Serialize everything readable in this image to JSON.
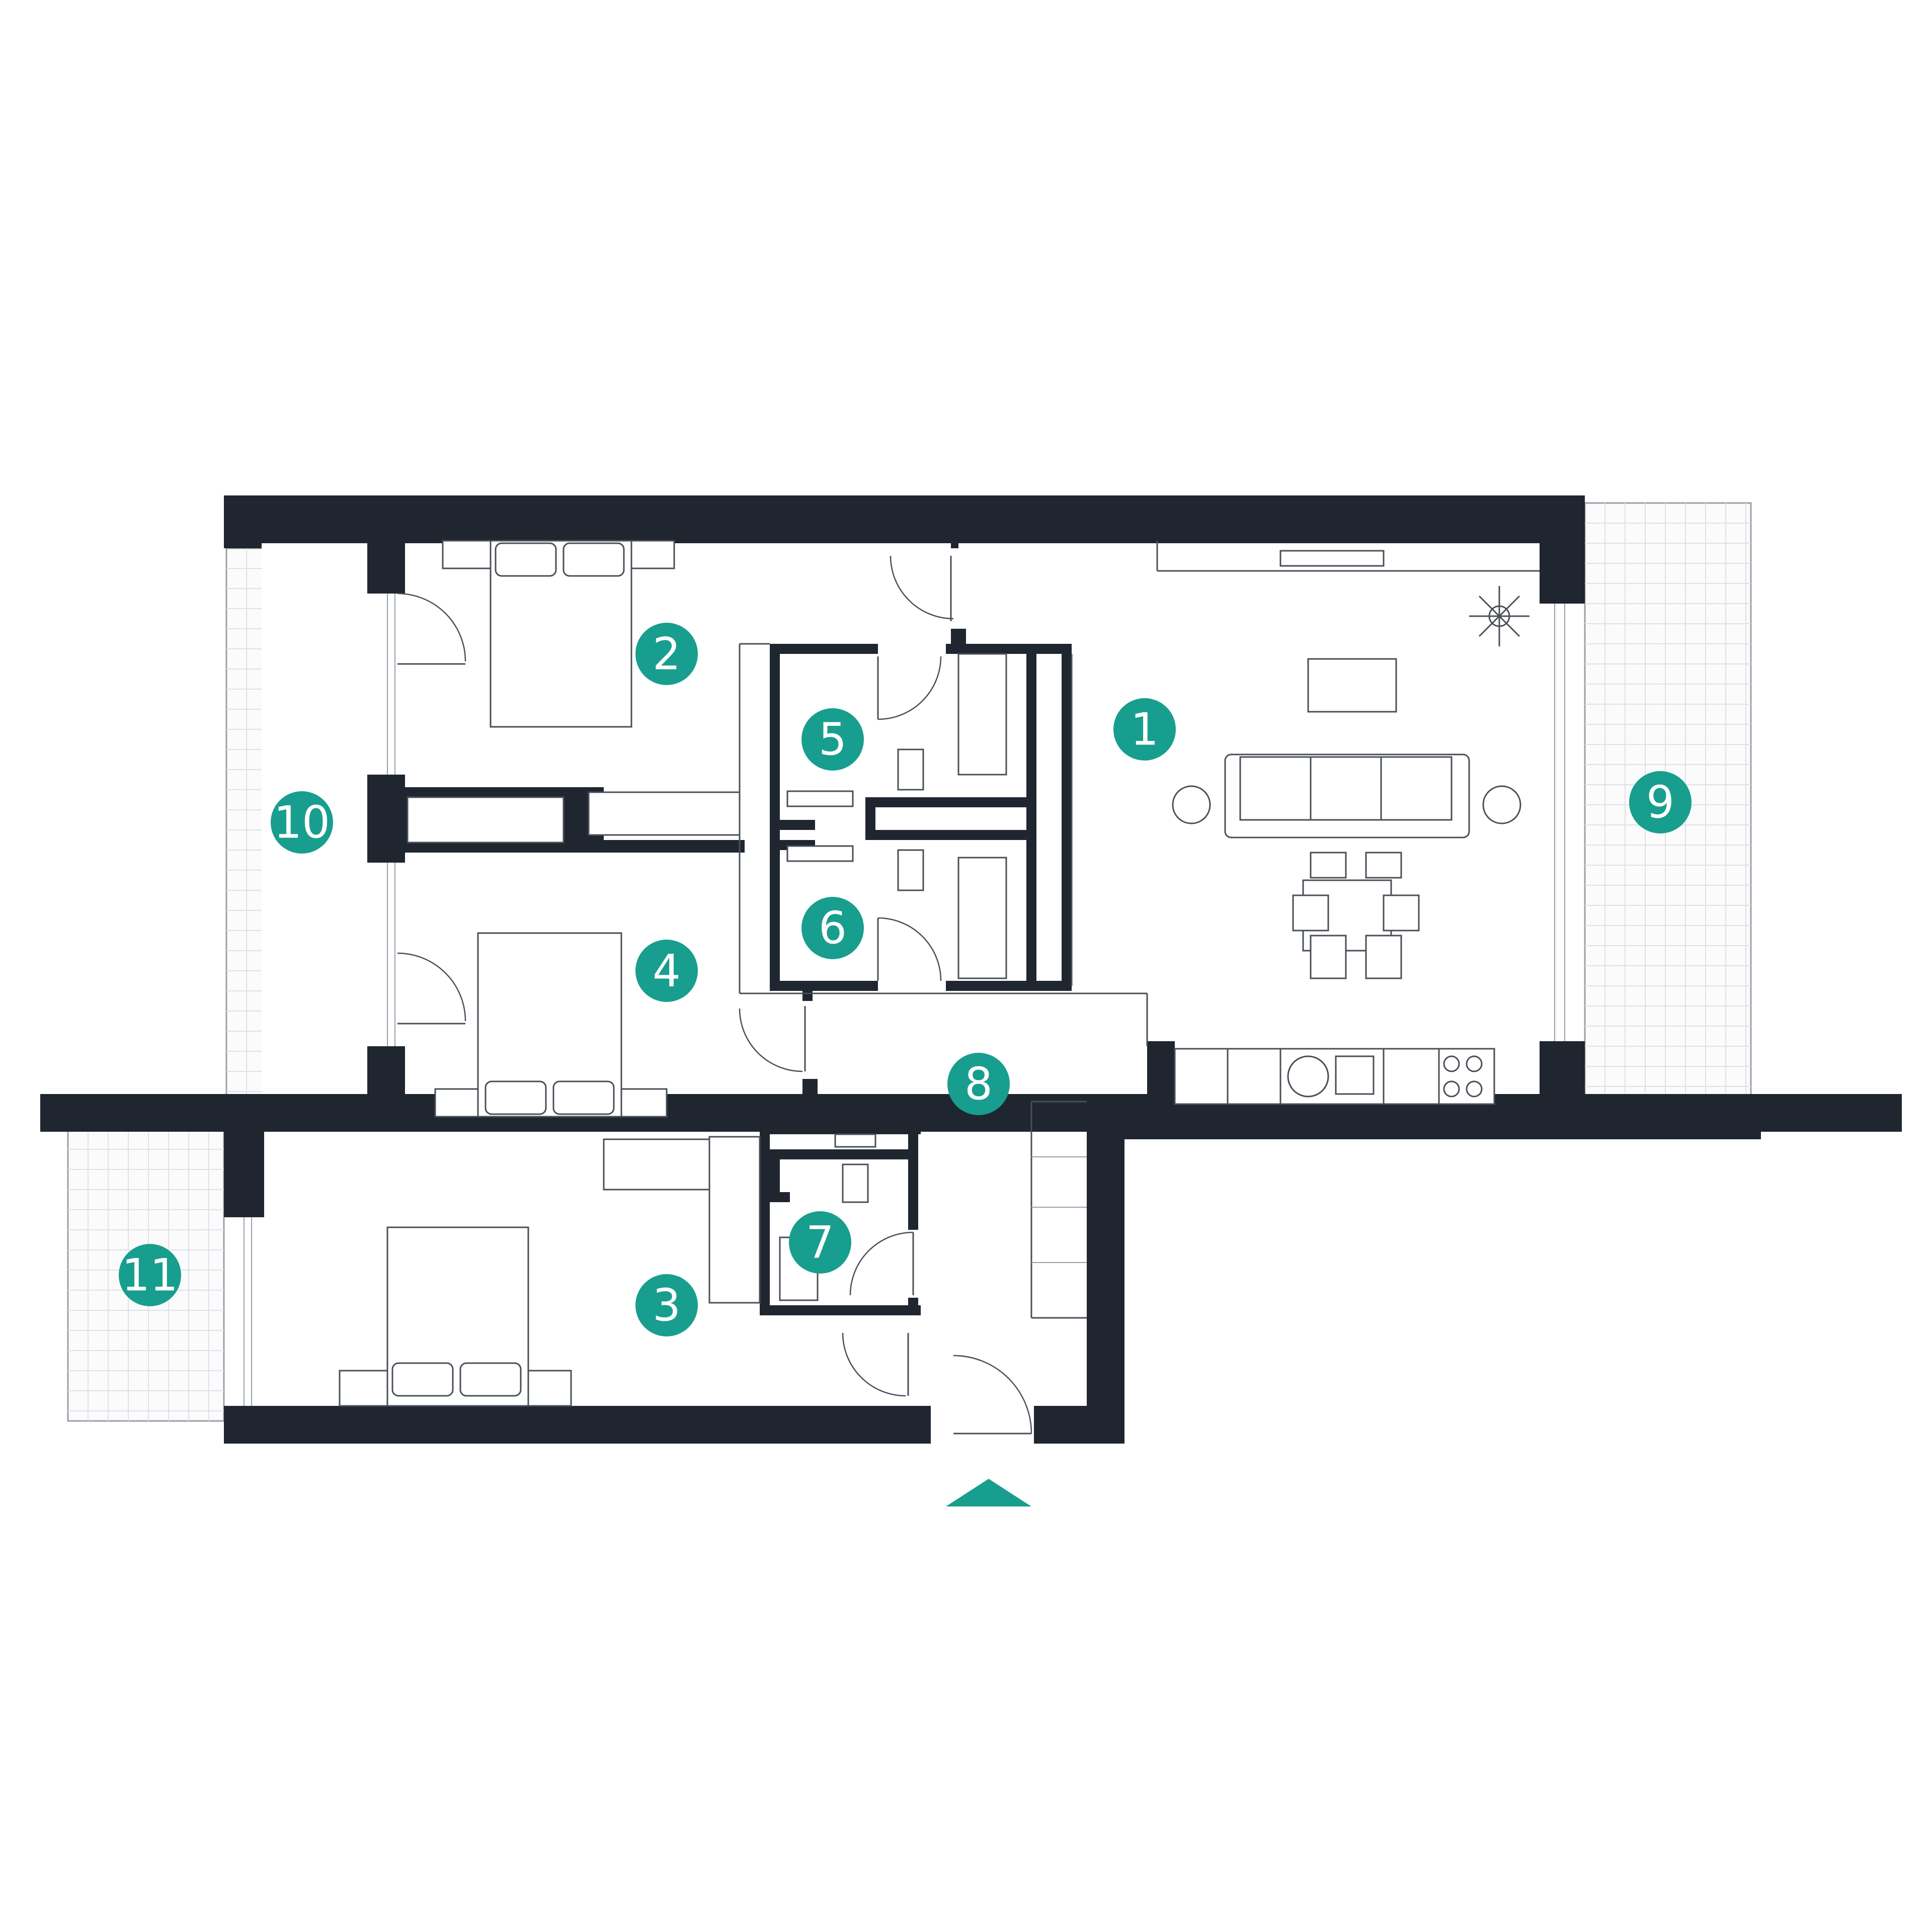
{
  "plan": {
    "accent_color": "#189e8e",
    "wall_color": "#1f2630",
    "rooms": [
      {
        "id": "1",
        "label": "1"
      },
      {
        "id": "2",
        "label": "2"
      },
      {
        "id": "3",
        "label": "3"
      },
      {
        "id": "4",
        "label": "4"
      },
      {
        "id": "5",
        "label": "5"
      },
      {
        "id": "6",
        "label": "6"
      },
      {
        "id": "7",
        "label": "7"
      },
      {
        "id": "8",
        "label": "8"
      },
      {
        "id": "9",
        "label": "9"
      },
      {
        "id": "10",
        "label": "10"
      },
      {
        "id": "11",
        "label": "11"
      }
    ],
    "entrance_marker": "entrance-arrow-icon"
  }
}
